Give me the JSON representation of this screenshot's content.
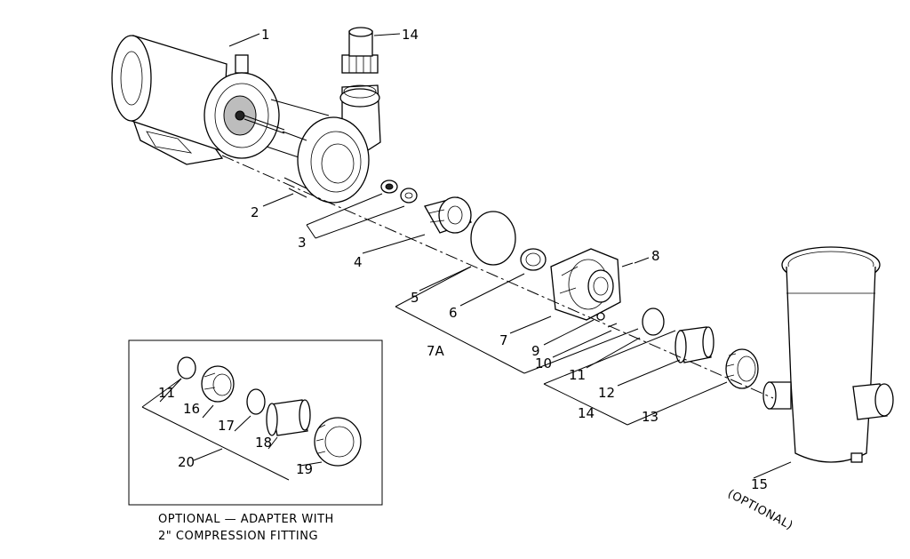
{
  "labels": {
    "l1": "1",
    "l2": "2",
    "l3": "3",
    "l4": "4",
    "l5": "5",
    "l6": "6",
    "l7": "7",
    "l7a": "7A",
    "l8": "8",
    "l9": "9",
    "l10": "10",
    "l11": "11",
    "l12": "12",
    "l13": "13",
    "l14_top": "14",
    "l14_bottom": "14",
    "l15": "15",
    "inset_11": "11",
    "inset_16": "16",
    "inset_17": "17",
    "inset_18": "18",
    "inset_19": "19",
    "inset_20": "20"
  },
  "optional_note": "(OPTIONAL)",
  "caption": {
    "line1": "OPTIONAL — ADAPTER WITH",
    "line2": "2\" COMPRESSION FITTING"
  }
}
